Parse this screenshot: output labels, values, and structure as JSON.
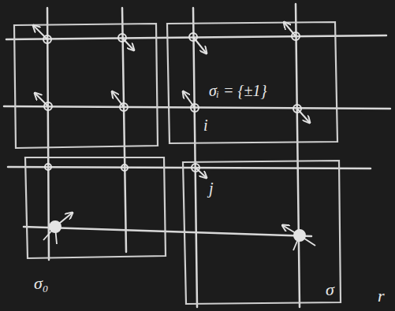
{
  "diagram": {
    "labels": [
      "σᵢ = {±1}",
      "i",
      "j",
      "σ₀",
      "σ",
      "r"
    ]
  }
}
